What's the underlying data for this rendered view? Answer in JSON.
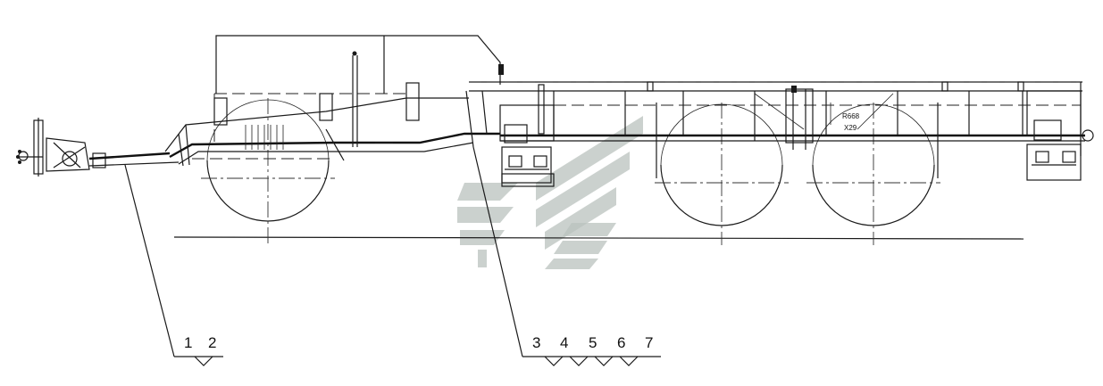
{
  "callouts": {
    "left": [
      "1",
      "2"
    ],
    "right": [
      "3",
      "4",
      "5",
      "6",
      "7"
    ]
  },
  "annotations": {
    "note_top": "R668",
    "note_bottom": "X29"
  },
  "colors": {
    "line": "#1a1a1a",
    "watermark": "#b9c2bd"
  }
}
